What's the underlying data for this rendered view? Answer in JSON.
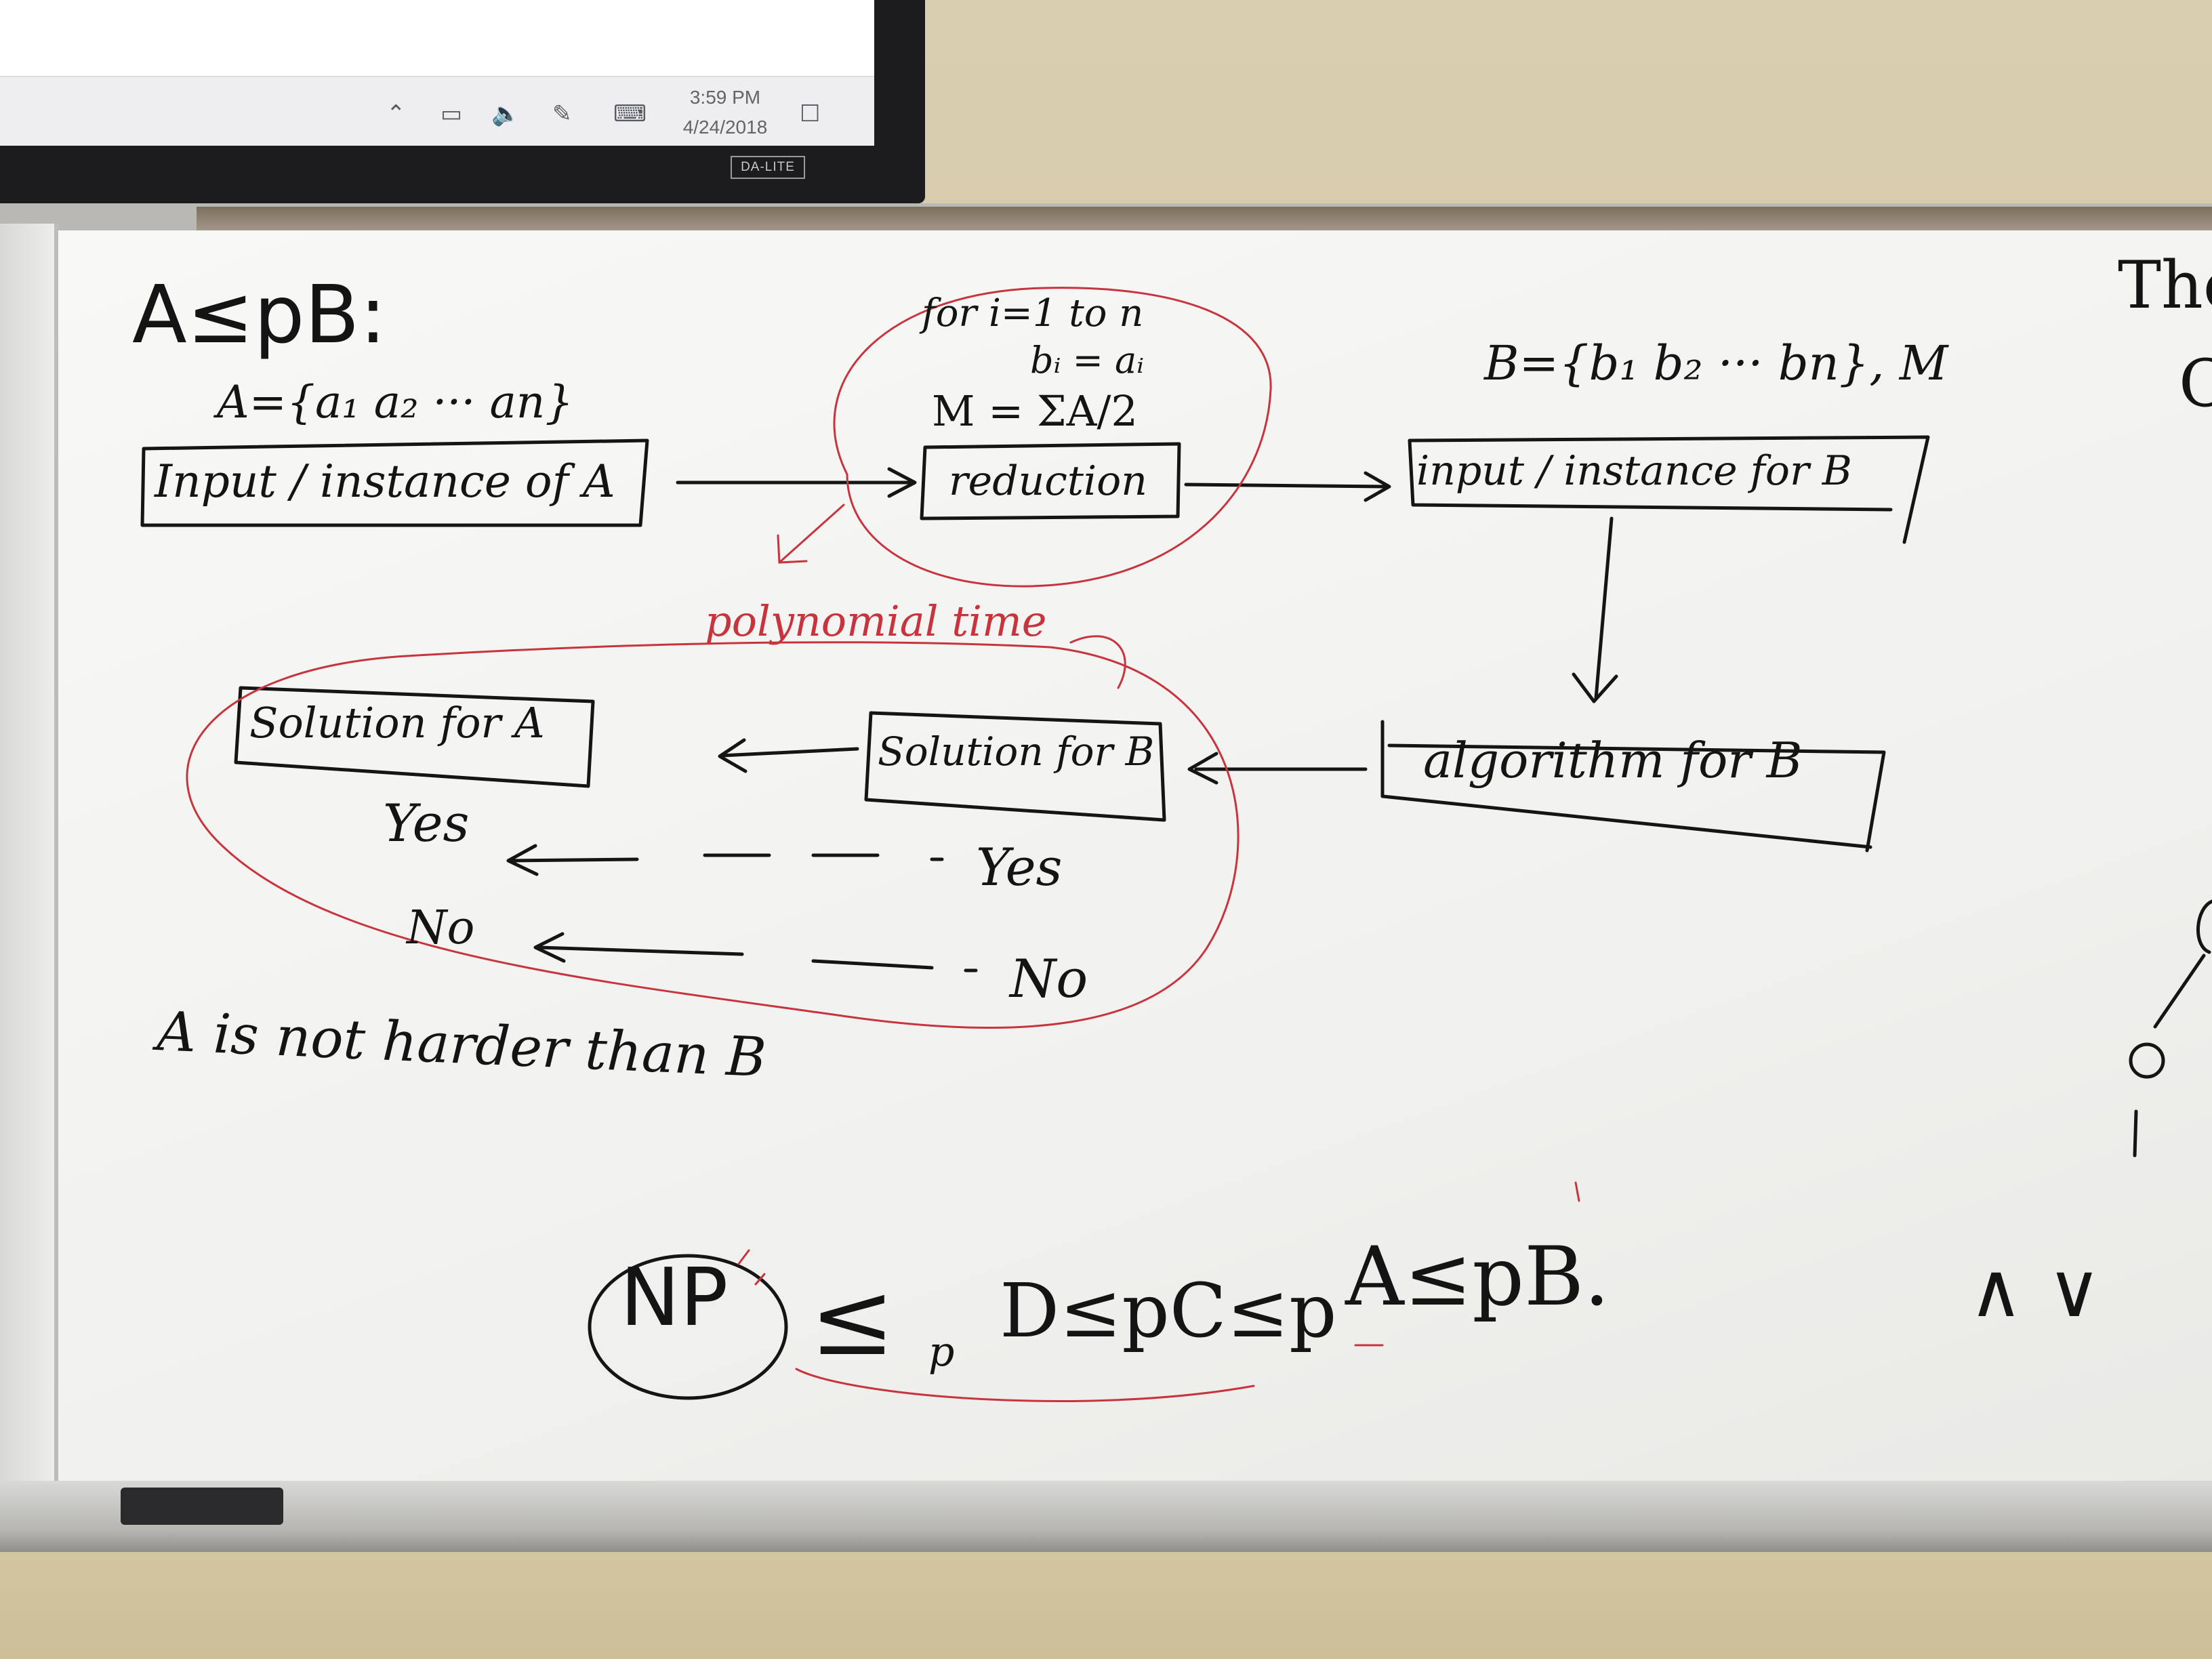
{
  "taskbar": {
    "time": "3:59 PM",
    "date": "4/24/2018",
    "icons": [
      "chevron-up-icon",
      "network-icon",
      "volume-icon",
      "pen-icon",
      "keyboard-icon",
      "notification-icon"
    ]
  },
  "monitor_brand": "DA-LITE",
  "whiteboard": {
    "heading": "A≤pB:",
    "set_a": "A={a₁ a₂ ··· an}",
    "input_a": "Input / instance of A",
    "loop_line1": "for i=1 to n",
    "loop_line2": "bᵢ = aᵢ",
    "m_def": "M = ΣA/2",
    "reduction": "reduction",
    "set_b": "B={b₁ b₂ ··· bn}, M",
    "input_b": "input / instance for B",
    "polynomial_time": "polynomial time",
    "algorithm_b": "algorithm for B",
    "solution_b": "Solution for B",
    "solution_a": "Solution for A",
    "yes_left": "Yes",
    "yes_right": "Yes",
    "no_left": "No",
    "no_right": "No",
    "conclusion": "A is not harder than B",
    "np": "NP",
    "chain_le": "≤",
    "chain_p": "p",
    "chain_d": "D≤pC≤p",
    "chain_ab": "A≤pB.",
    "edge_text": "The",
    "edge_c": "C",
    "edge_and_or": "∧ ∨"
  }
}
